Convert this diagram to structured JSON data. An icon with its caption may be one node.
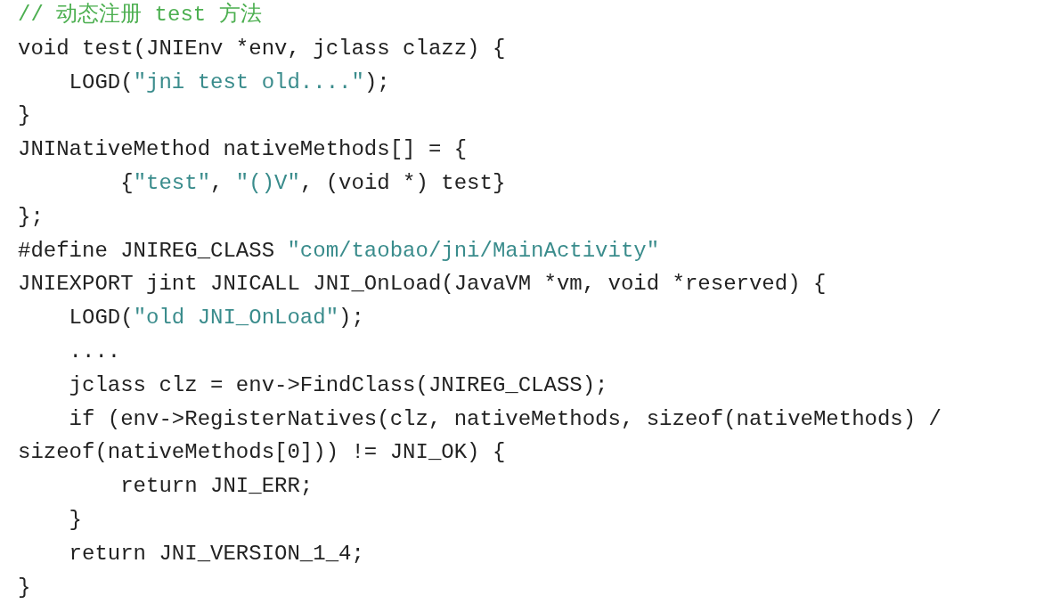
{
  "diagram": {
    "labels": [
      "// 动态注册 test 方法",
      "void test(JNIEnv *env, jclass clazz) {",
      "    LOGD(\"jni test old....\");",
      "}",
      "JNINativeMethod nativeMethods[] = {",
      "        {\"test\", \"()V\", (void *) test}",
      "};",
      "#define JNIREG_CLASS \"com/taobao/jni/MainActivity\"",
      "JNIEXPORT jint JNICALL JNI_OnLoad(JavaVM *vm, void *reserved) {",
      "    LOGD(\"old JNI_OnLoad\");",
      "    ....",
      "    jclass clz = env->FindClass(JNIREG_CLASS);",
      "    if (env->RegisterNatives(clz, nativeMethods, sizeof(nativeMethods) / sizeof(nativeMethods[0])) != JNI_OK) {",
      "        return JNI_ERR;",
      "    }",
      "    return JNI_VERSION_1_4;",
      "}"
    ]
  }
}
